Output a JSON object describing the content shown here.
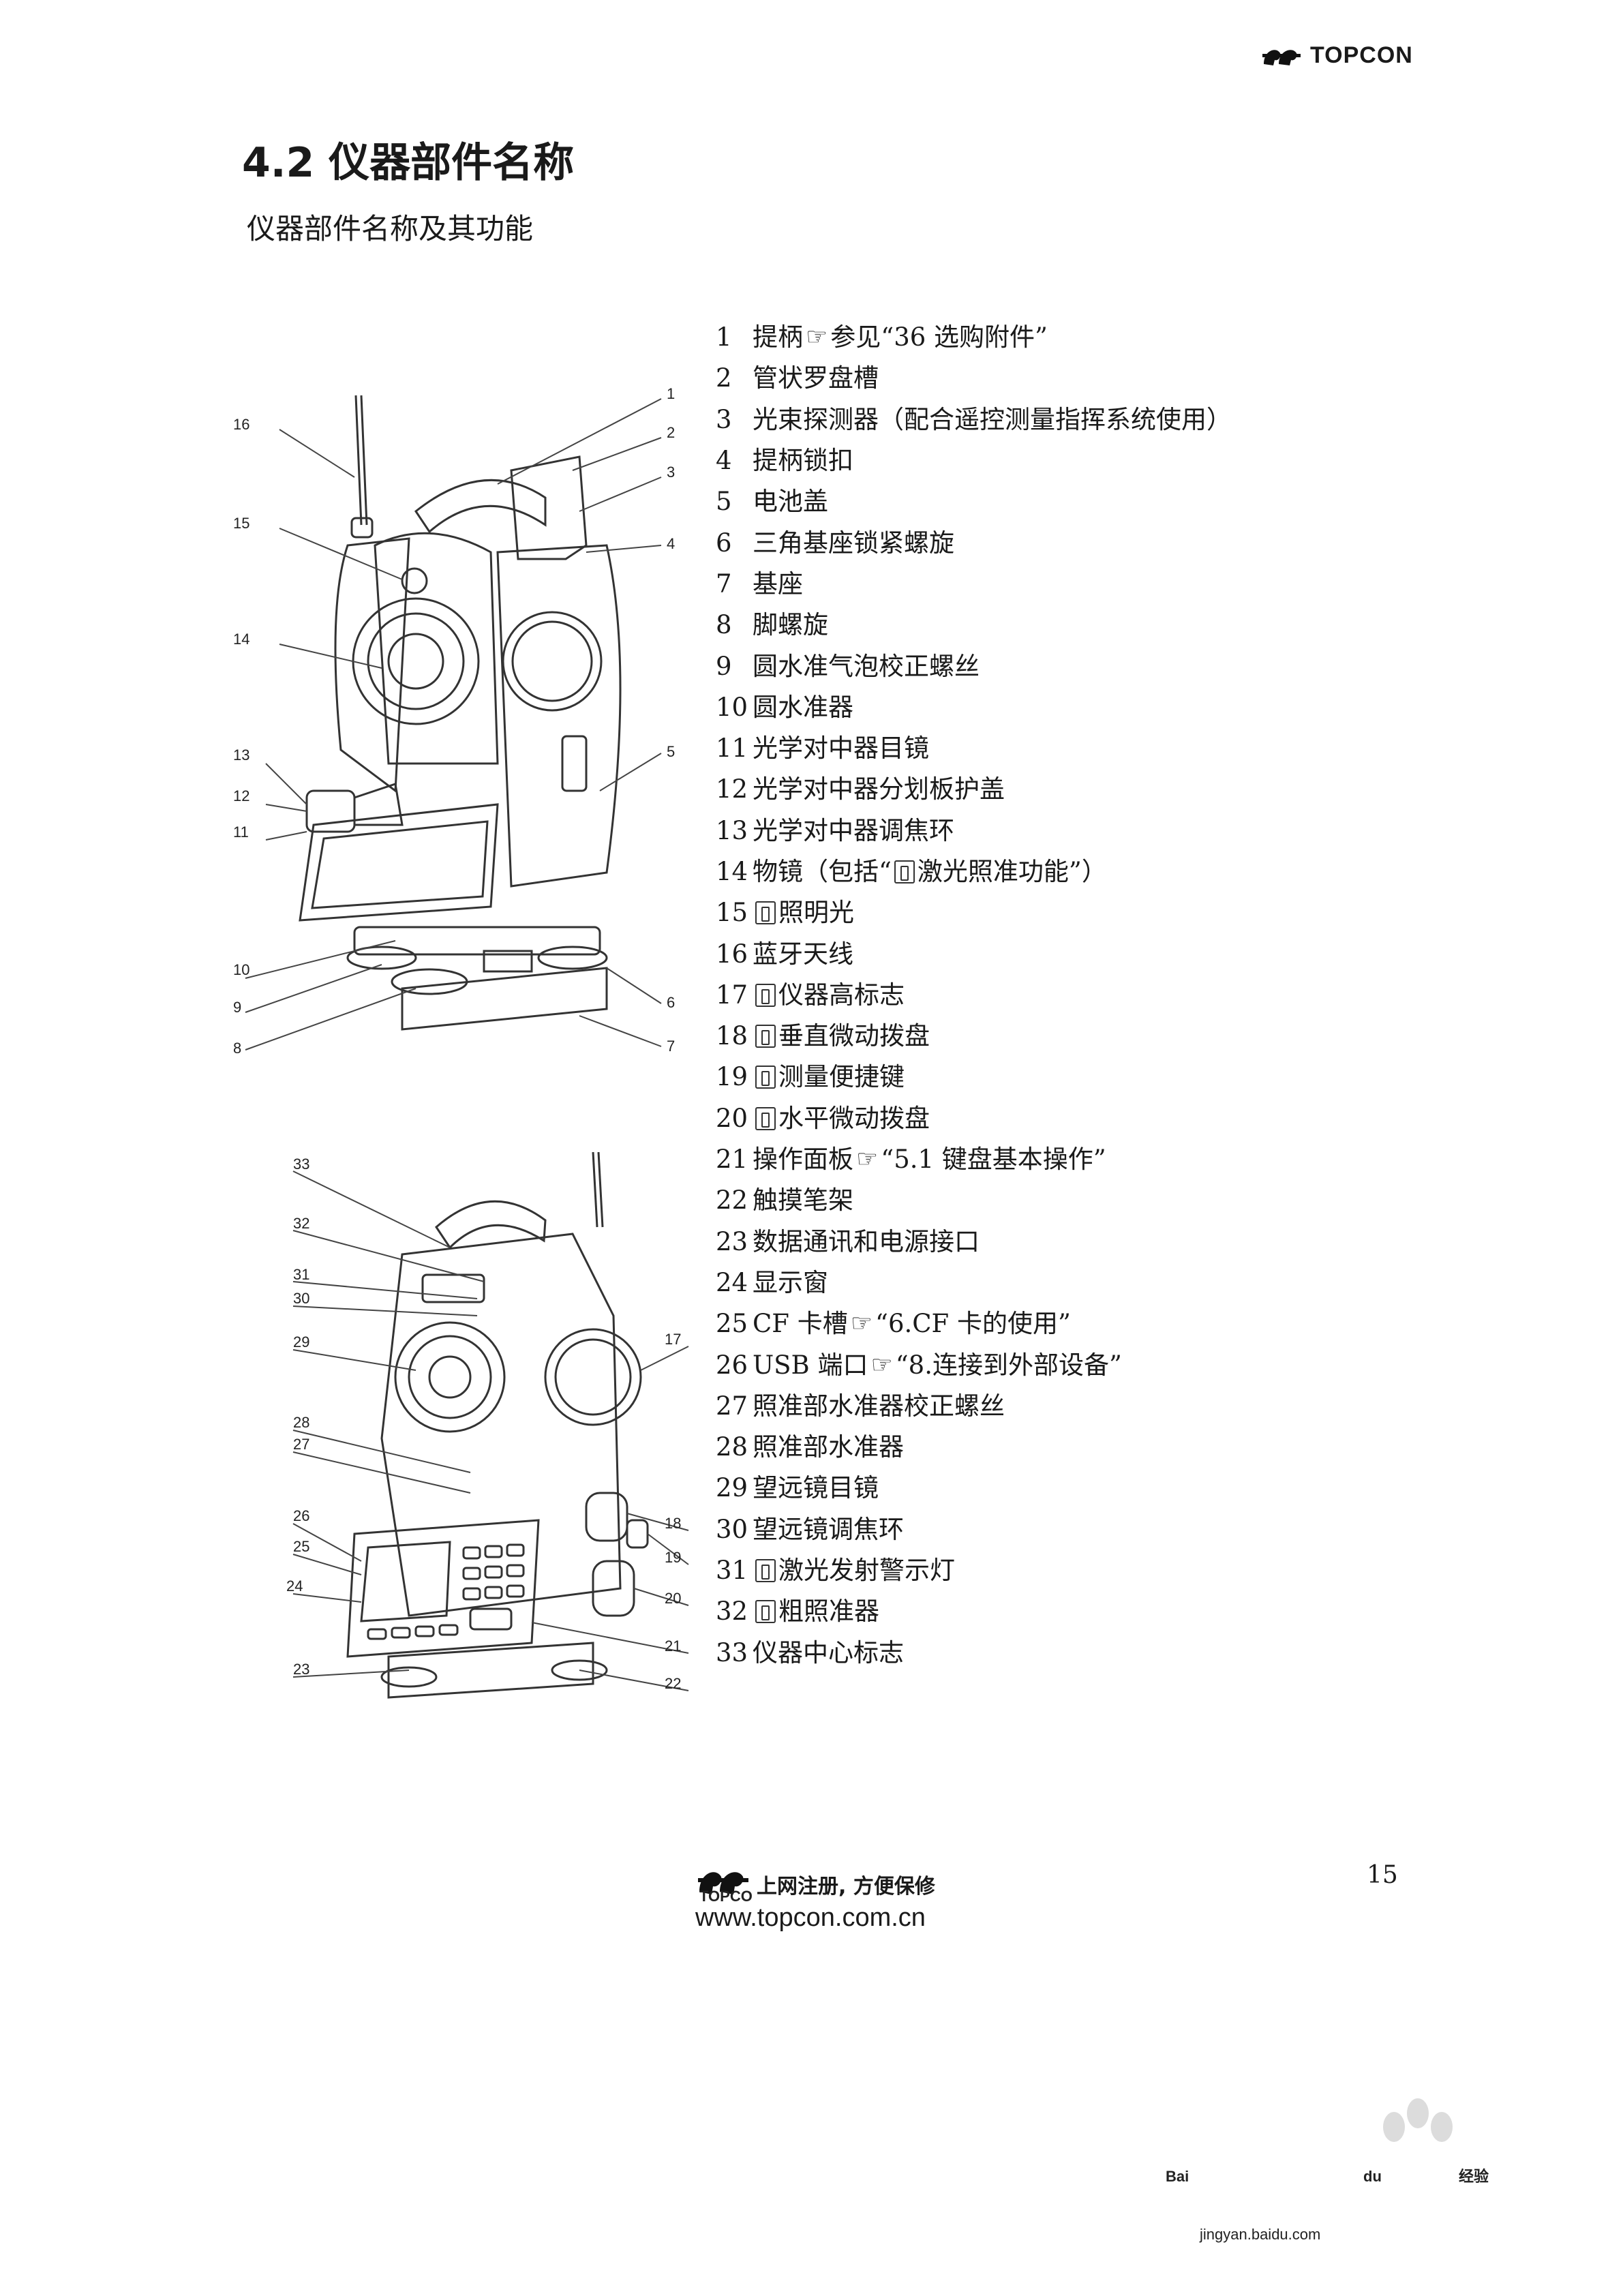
{
  "header": {
    "brand": "TOPCON"
  },
  "section": {
    "title": "4.2 仪器部件名称",
    "subtitle": "仪器部件名称及其功能"
  },
  "parts": [
    {
      "num": "1",
      "pre": "提柄",
      "ptr": true,
      "ref": "参见“36 选购附件”"
    },
    {
      "num": "2",
      "pre": "管状罗盘槽"
    },
    {
      "num": "3",
      "pre": "光束探测器（配合遥控测量指挥系统使用）"
    },
    {
      "num": "4",
      "pre": "提柄锁扣"
    },
    {
      "num": "5",
      "pre": "电池盖"
    },
    {
      "num": "6",
      "pre": "三角基座锁紧螺旋"
    },
    {
      "num": "7",
      "pre": "基座"
    },
    {
      "num": "8",
      "pre": "脚螺旋"
    },
    {
      "num": "9",
      "pre": "圆水准气泡校正螺丝"
    },
    {
      "num": "10",
      "pre": "圆水准器"
    },
    {
      "num": "11",
      "pre": "光学对中器目镜"
    },
    {
      "num": "12",
      "pre": "光学对中器分划板护盖"
    },
    {
      "num": "13",
      "pre": "光学对中器调焦环"
    },
    {
      "num": "14",
      "pre": "物镜（包括“",
      "box": true,
      "post": "激光照准功能”）"
    },
    {
      "num": "15",
      "box": true,
      "post": "照明光"
    },
    {
      "num": "16",
      "pre": "蓝牙天线"
    },
    {
      "num": "17",
      "box": true,
      "post": "仪器高标志"
    },
    {
      "num": "18",
      "box": true,
      "post": "垂直微动拨盘"
    },
    {
      "num": "19",
      "box": true,
      "post": "测量便捷键"
    },
    {
      "num": "20",
      "box": true,
      "post": "水平微动拨盘"
    },
    {
      "num": "21",
      "pre": "操作面板",
      "ptr": true,
      "ref": "“5.1 键盘基本操作”"
    },
    {
      "num": "22",
      "pre": "触摸笔架"
    },
    {
      "num": "23",
      "pre": "数据通讯和电源接口"
    },
    {
      "num": "24",
      "pre": "显示窗"
    },
    {
      "num": "25",
      "pre": "CF 卡槽",
      "ptr": true,
      "ref": "“6.CF 卡的使用”"
    },
    {
      "num": "26",
      "pre": "USB 端口",
      "ptr": true,
      "ref": "“8.连接到外部设备”"
    },
    {
      "num": "27",
      "pre": "照准部水准器校正螺丝"
    },
    {
      "num": "28",
      "pre": "照准部水准器"
    },
    {
      "num": "29",
      "pre": "望远镜目镜"
    },
    {
      "num": "30",
      "pre": "望远镜调焦环"
    },
    {
      "num": "31",
      "box": true,
      "post": "激光发射警示灯"
    },
    {
      "num": "32",
      "box": true,
      "post": "粗照准器"
    },
    {
      "num": "33",
      "pre": "仪器中心标志"
    }
  ],
  "figure1": {
    "callouts": [
      "16",
      "15",
      "14",
      "13",
      "12",
      "11",
      "10",
      "9",
      "8",
      "1",
      "2",
      "3",
      "4",
      "5",
      "6",
      "7"
    ]
  },
  "figure2": {
    "callouts": [
      "33",
      "32",
      "31",
      "30",
      "29",
      "28",
      "27",
      "26",
      "25",
      "24",
      "23",
      "17",
      "18",
      "19",
      "20",
      "21",
      "22"
    ]
  },
  "footer": {
    "brand": "TOPCON",
    "tagline": "上网注册, 方便保修",
    "url": "www.topcon.com.cn",
    "page_number": "15"
  },
  "watermark": {
    "brand": "Bai",
    "brand2": "du",
    "suffix": "经验",
    "url": "jingyan.baidu.com"
  },
  "icons": {
    "pointer": "pointing-hand-icon",
    "keyboard": "key-box-icon"
  }
}
